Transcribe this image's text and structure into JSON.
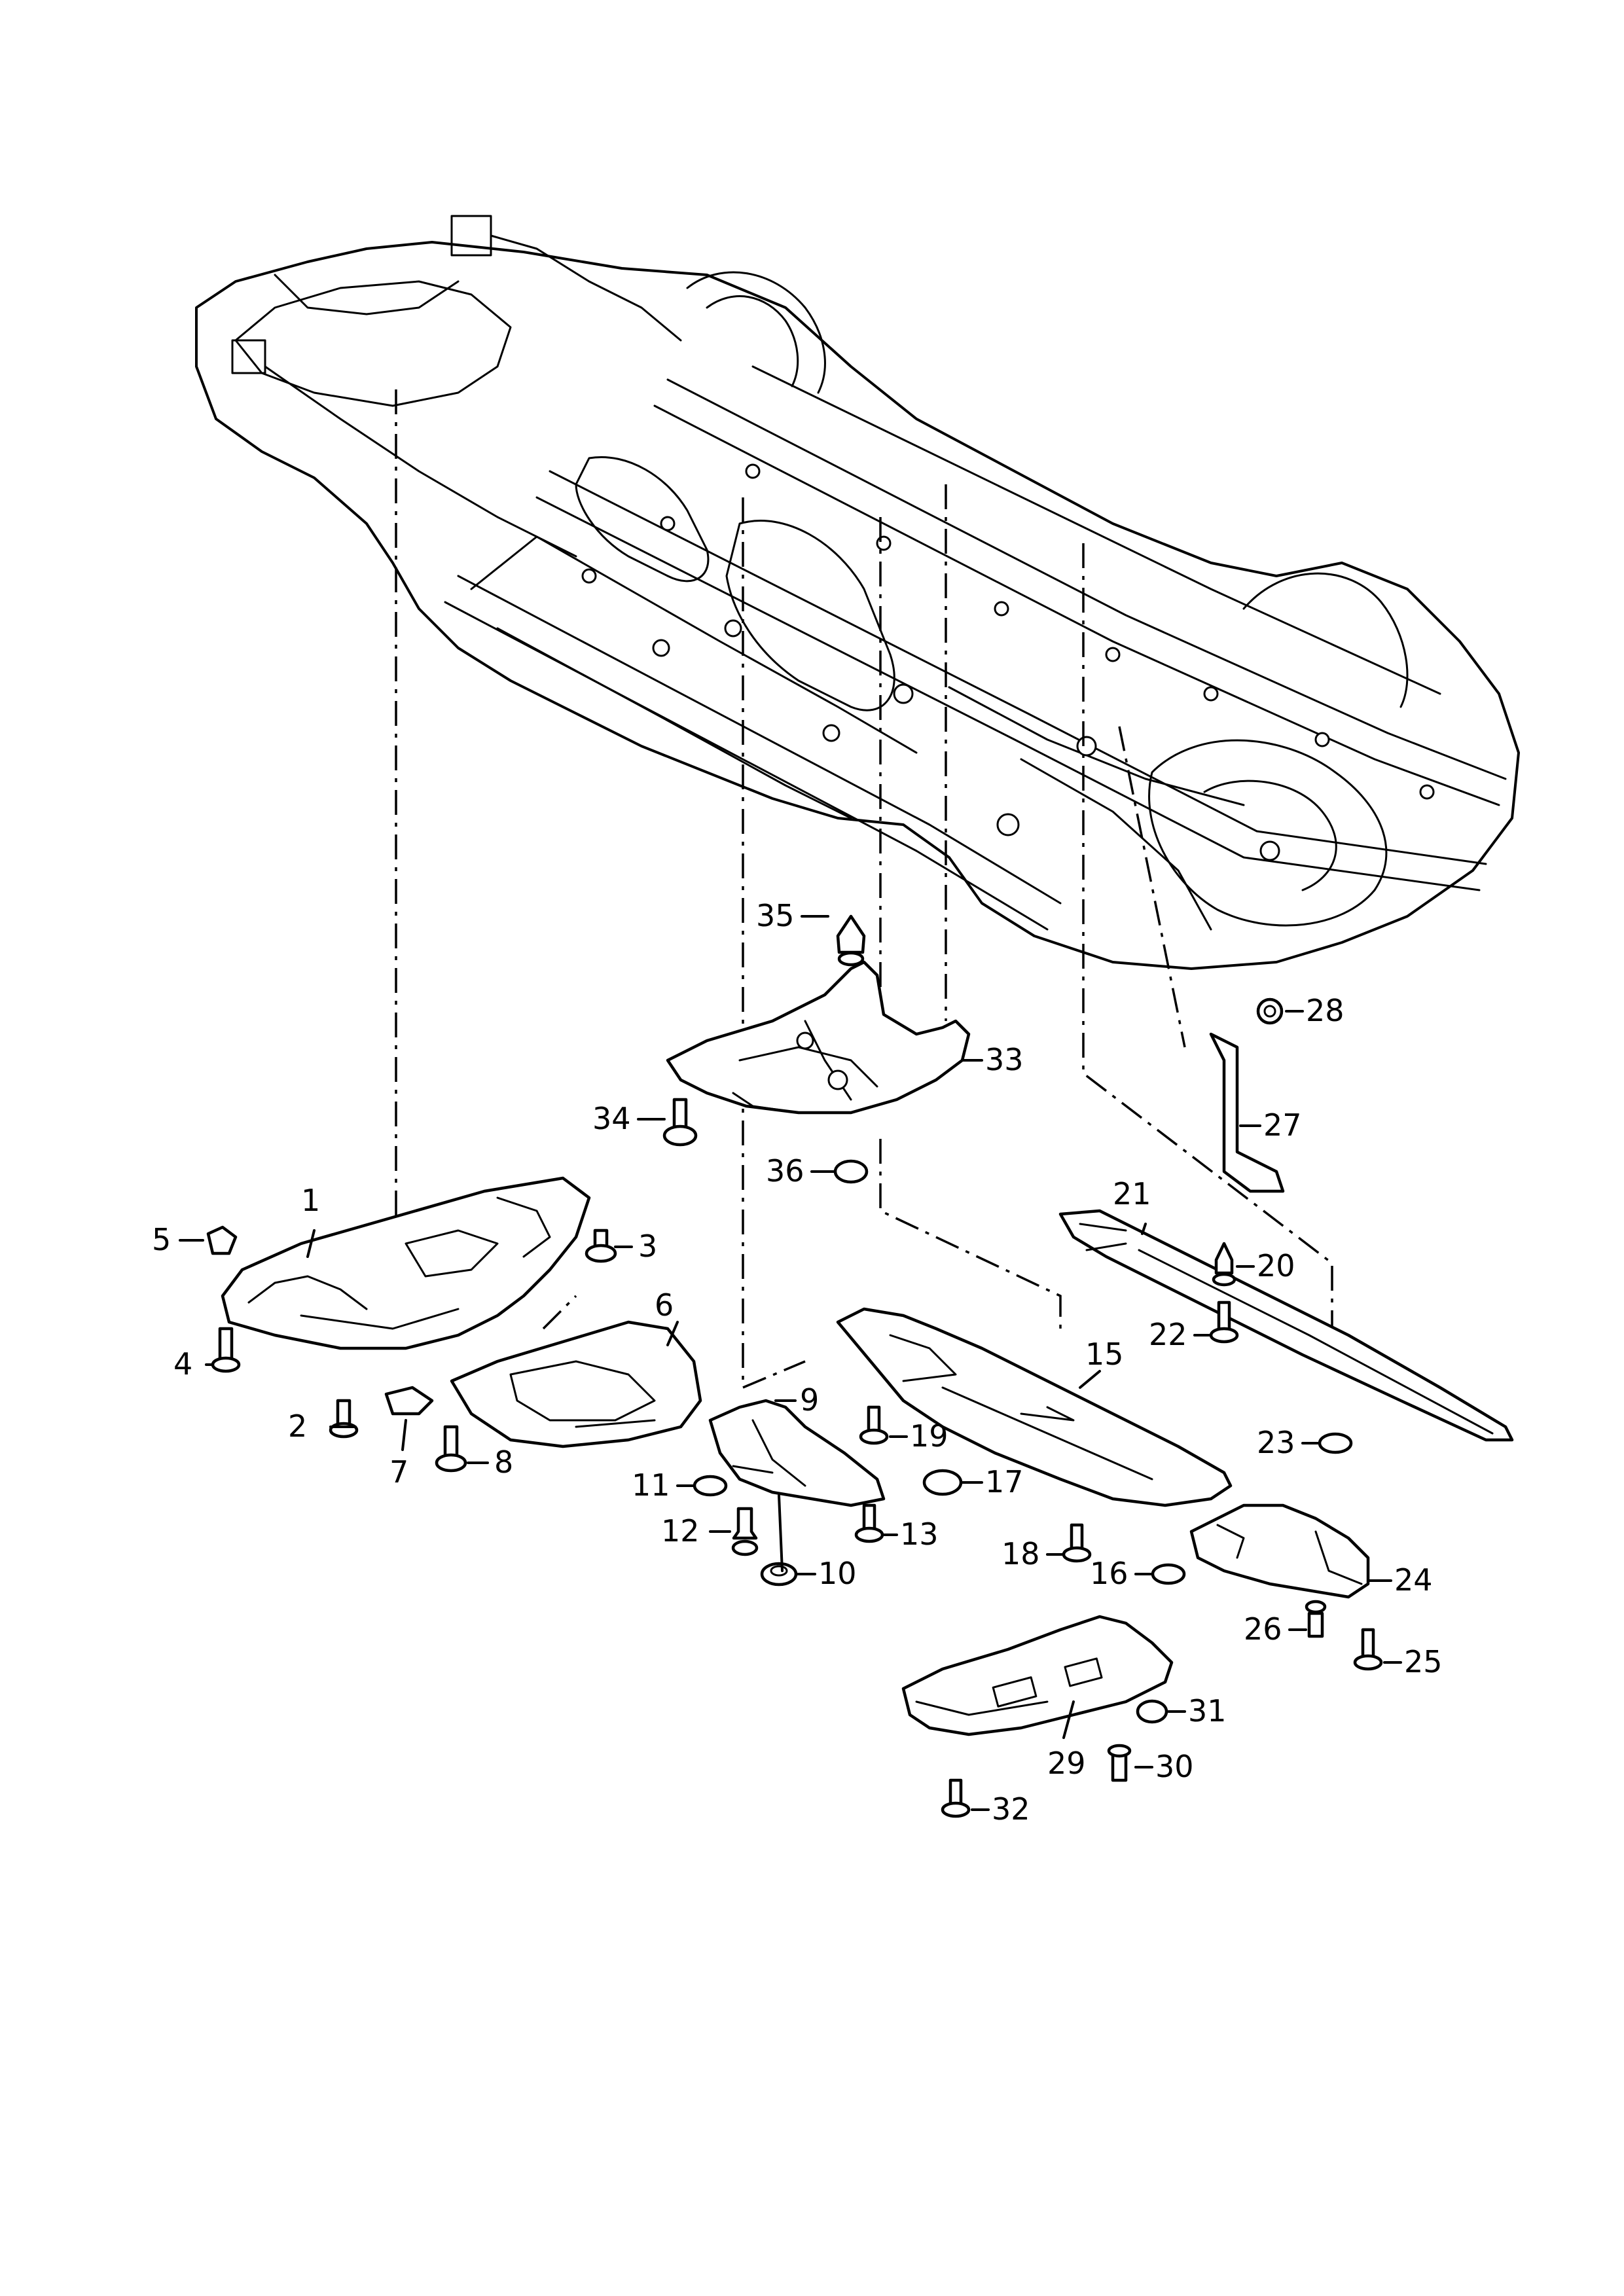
{
  "diagram": {
    "labels": {
      "p1": "1",
      "p2": "2",
      "p3": "3",
      "p4": "4",
      "p5": "5",
      "p6": "6",
      "p7": "7",
      "p8": "8",
      "p9": "9",
      "p10": "10",
      "p11": "11",
      "p12": "12",
      "p13": "13",
      "p15": "15",
      "p16": "16",
      "p17": "17",
      "p18": "18",
      "p19": "19",
      "p20": "20",
      "p21": "21",
      "p22": "22",
      "p23": "23",
      "p24": "24",
      "p25": "25",
      "p26": "26",
      "p27": "27",
      "p28": "28",
      "p29": "29",
      "p30": "30",
      "p31": "31",
      "p32": "32",
      "p33": "33",
      "p34": "34",
      "p35": "35",
      "p36": "36"
    }
  }
}
